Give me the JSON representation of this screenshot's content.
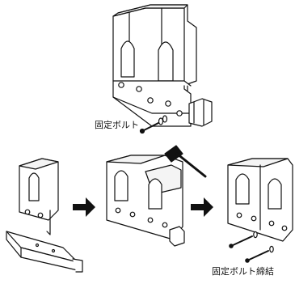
{
  "labels": {
    "fixing_bolt": "固定ボルト",
    "fixing_bolt_tightening": "固定ボルト締結"
  },
  "steps": [
    {
      "name": "rail-insertion"
    },
    {
      "name": "hammer-seating"
    },
    {
      "name": "bolt-tightening"
    }
  ],
  "icons": [
    "arrow-right-icon",
    "hammer-icon",
    "bolt-icon",
    "washer-icon",
    "rail-icon"
  ]
}
